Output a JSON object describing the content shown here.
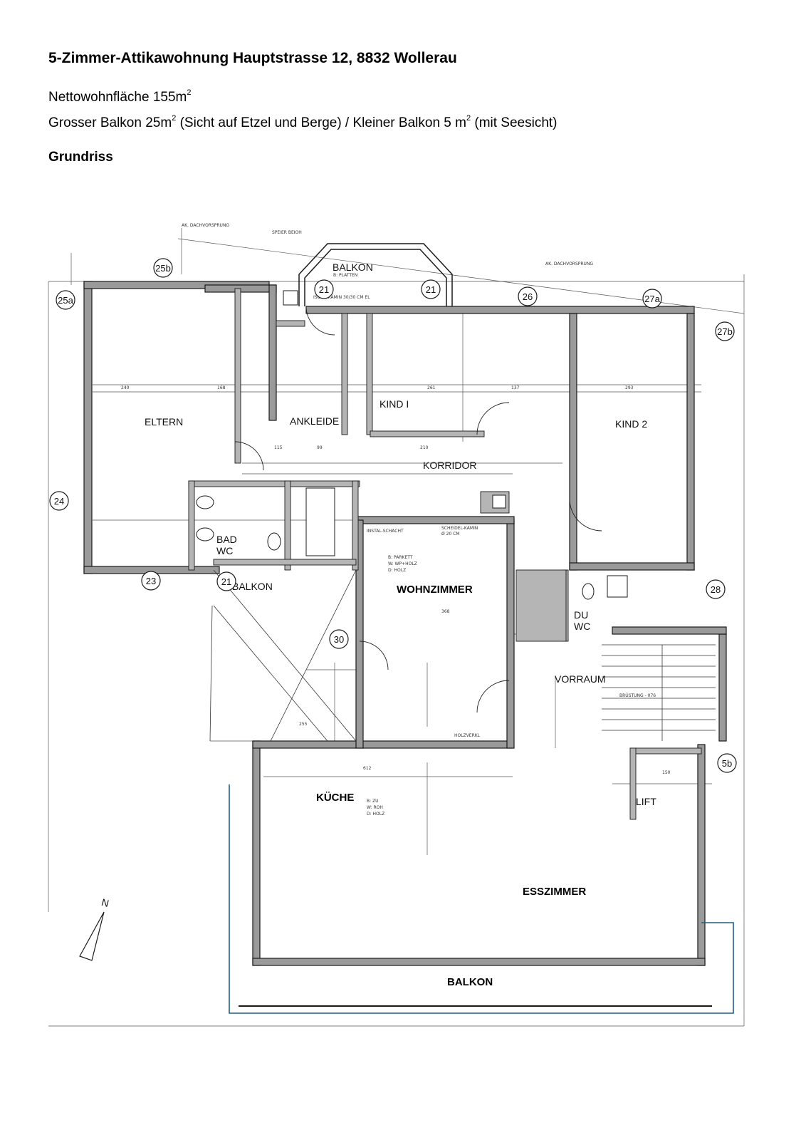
{
  "header": {
    "title": "5-Zimmer-Attikawohnung Hauptstrasse 12, 8832 Wollerau",
    "net_area_label": "Nettowohnfläche 155m",
    "net_area_sup": "2",
    "balcony_big_label": "Grosser Balkon 25m",
    "balcony_big_sup": "2",
    "balcony_big_note": " (Sicht auf Etzel und Berge) / Kleiner Balkon 5 m",
    "balcony_small_sup": "2",
    "balcony_small_note": " (mit Seesicht)",
    "section_title": "Grundriss"
  },
  "plan": {
    "rooms": {
      "eltern": "ELTERN",
      "ankleide": "ANKLEIDE",
      "kind1": "KIND I",
      "kind2": "KIND 2",
      "korridor": "KORRIDOR",
      "bad": "BAD",
      "wc": "WC",
      "du": "DU",
      "du_wc": "WC",
      "wohnzimmer": "WOHNZIMMER",
      "vorraum": "VORRAUM",
      "kueche": "KÜCHE",
      "esszimmer": "ESSZIMMER",
      "balkon_south": "BALKON",
      "balkon_north": "BALKON",
      "balkon_west": "BALKON",
      "lift": "LIFT"
    },
    "axis_markers": [
      "25a",
      "25b",
      "21",
      "21",
      "26",
      "27a",
      "27b",
      "24",
      "23",
      "21",
      "30",
      "28",
      "5b"
    ],
    "north_label": "N",
    "annotations": {
      "dachvorsprung_left": "AK. DACHVORSPRUNG",
      "dachvorsprung_right": "AK. DACHVORSPRUNG",
      "speier": "SPEIER BEIOH",
      "balkon_platten": "B: PLATTEN",
      "isolit": "ISOLIT-KAMIN 30/30 CM EL",
      "install": "INSTAL-SCHACHT",
      "kamin": "SCHEIDEL-KAMIN",
      "kamin_size": "Ø 20 CM",
      "holzverk": "HOLZVERKL",
      "kueche_b": "B: ZU",
      "kueche_w": "W: ROH",
      "kueche_d": "D: HOLZ",
      "wohn_b": "B: PARKETT",
      "wohn_w": "W: WP+HOLZ",
      "wohn_d": "D: HOLZ",
      "brustung": "BRÜSTUNG - 076"
    }
  },
  "colors": {
    "wall_fill": "#9a9a9a",
    "line": "#1a1a1a",
    "balcony_outline": "#1f5f80"
  }
}
